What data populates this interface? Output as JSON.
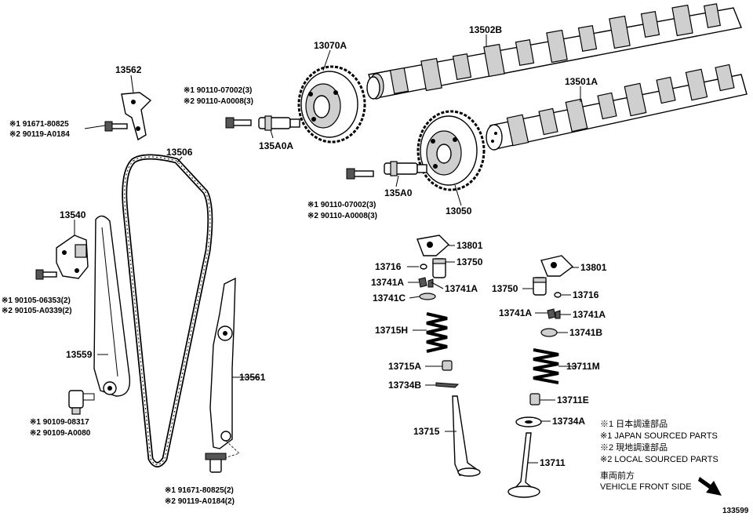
{
  "parts": {
    "p13562": "13562",
    "p13562_a": "※1 91671-80825",
    "p13562_b": "※2 90119-A0184",
    "p13070A": "13070A",
    "p13070A_bolt_a": "※1 90110-07002(3)",
    "p13070A_bolt_b": "※2 90110-A0008(3)",
    "p135A0A": "135A0A",
    "p13502B": "13502B",
    "p13501A": "13501A",
    "p13050": "13050",
    "p135A0": "135A0",
    "p13050_bolt_a": "※1 90110-07002(3)",
    "p13050_bolt_b": "※2 90110-A0008(3)",
    "p13506": "13506",
    "p13540": "13540",
    "p13540_a": "※1 90105-06353(2)",
    "p13540_b": "※2 90105-A0339(2)",
    "p13559": "13559",
    "p13559_a": "※1 90109-08317",
    "p13559_b": "※2 90109-A0080",
    "p13561": "13561",
    "p13561_a": "※1 91671-80825(2)",
    "p13561_b": "※2 90119-A0184(2)",
    "p13801_left": "13801",
    "p13716_left": "13716",
    "p13750_left": "13750",
    "p13741A_left1": "13741A",
    "p13741A_left2": "13741A",
    "p13741C": "13741C",
    "p13715H": "13715H",
    "p13715A": "13715A",
    "p13734B": "13734B",
    "p13715": "13715",
    "p13801_right": "13801",
    "p13750_right": "13750",
    "p13716_right": "13716",
    "p13741A_right1": "13741A",
    "p13741A_right2": "13741A",
    "p13741B": "13741B",
    "p13711M": "13711M",
    "p13711E": "13711E",
    "p13734A": "13734A",
    "p13711": "13711"
  },
  "legend": {
    "l1": "※1 日本調達部品",
    "l2": "※1 JAPAN SOURCED PARTS",
    "l3": "※2 現地調達部品",
    "l4": "※2 LOCAL SOURCED PARTS",
    "front_jp": "車両前方",
    "front_en": "VEHICLE FRONT SIDE"
  },
  "figure_number": "133599",
  "icons": [
    "front-direction-arrow-icon"
  ]
}
